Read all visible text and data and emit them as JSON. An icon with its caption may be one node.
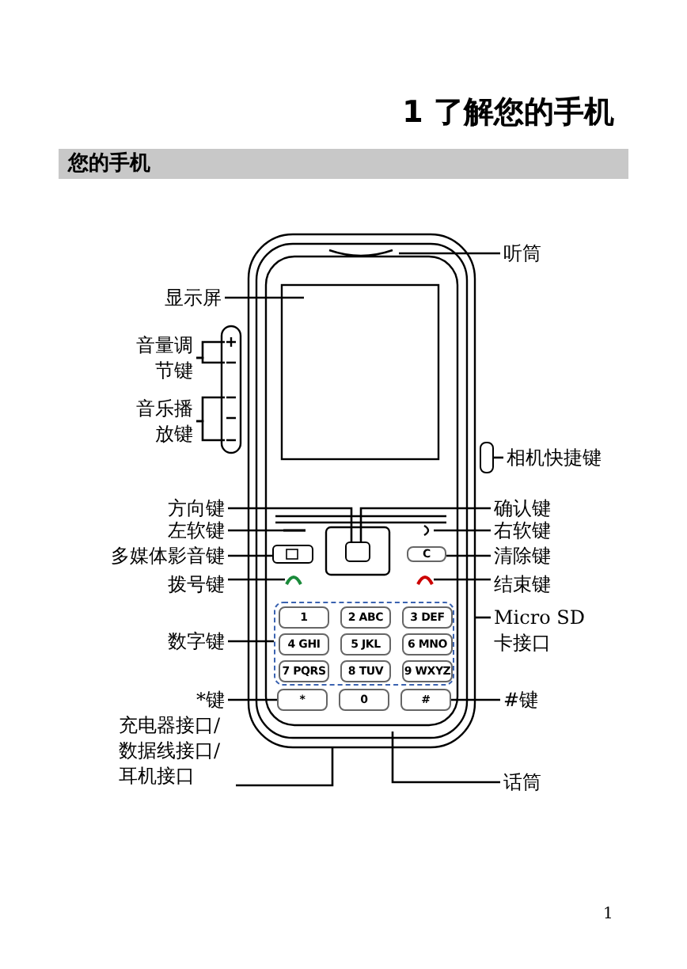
{
  "diagram": {
    "title": "1 了解您的手机",
    "nodes": [
      {
        "text": [
          "您的手机"
        ]
      },
      {
        "text": [
          "听筒"
        ]
      },
      {
        "text": [
          "显示屏"
        ]
      },
      {
        "text": [
          "音量调节键"
        ]
      },
      {
        "text": [
          "音乐播放键"
        ]
      },
      {
        "text": [
          "相机快捷键"
        ]
      },
      {
        "text": [
          "方向键"
        ]
      },
      {
        "text": [
          "确认键"
        ]
      },
      {
        "text": [
          "左软键"
        ]
      },
      {
        "text": [
          "右软键"
        ]
      },
      {
        "text": [
          "多媒体影音键"
        ]
      },
      {
        "text": [
          "清除键"
        ]
      },
      {
        "text": [
          "拨号键"
        ]
      },
      {
        "text": [
          "结束键"
        ]
      },
      {
        "text": [
          "数字键"
        ]
      },
      {
        "text": [
          "Micro SD 卡接口"
        ]
      },
      {
        "text": [
          "*键"
        ]
      },
      {
        "text": [
          "#键"
        ]
      },
      {
        "text": [
          "充电器接口/数据线接口/耳机接口"
        ]
      },
      {
        "text": [
          "话筒"
        ]
      },
      {
        "text": [],
        "shape": "box"
      },
      {
        "text": [],
        "shape": "box"
      },
      {
        "text": [],
        "shape": "box"
      },
      {
        "text": [
          "1"
        ],
        "in": 22
      },
      {
        "text": [
          "2 ABC"
        ],
        "in": 22
      },
      {
        "text": [
          "3 DEF"
        ],
        "in": 22
      },
      {
        "text": [
          "4 GHI"
        ],
        "in": 22
      },
      {
        "text": [
          "5 JKL"
        ],
        "in": 22
      },
      {
        "text": [
          "6 MNO"
        ],
        "in": 22
      },
      {
        "text": [
          "7 PQRS"
        ],
        "in": 22
      },
      {
        "text": [
          "8 TUV"
        ],
        "in": 22
      },
      {
        "text": [
          "9 WXYZ"
        ],
        "in": 22
      },
      {
        "text": [
          "*"
        ]
      },
      {
        "text": [
          "0"
        ]
      },
      {
        "text": [
          "#"
        ]
      },
      {
        "text": [
          "C"
        ]
      },
      {
        "text": [],
        "shape": "box"
      },
      {
        "text": [],
        "shape": "bar"
      },
      {
        "text": [],
        "shape": "curve"
      },
      {
        "text": [],
        "shape": "handset"
      },
      {
        "text": [],
        "shape": "handset"
      }
    ],
    "edges": [
      {
        "from": 1,
        "to": null,
        "arrow": "none"
      },
      {
        "from": 2,
        "to": null,
        "arrow": "none"
      },
      {
        "from": 3,
        "to": null,
        "arrow": "none"
      },
      {
        "from": 3,
        "to": null,
        "arrow": "none"
      },
      {
        "from": 4,
        "to": null,
        "arrow": "none"
      },
      {
        "from": 4,
        "to": null,
        "arrow": "none"
      },
      {
        "from": 5,
        "to": 20,
        "arrow": "none"
      },
      {
        "from": 6,
        "to": 21,
        "arrow": "none"
      },
      {
        "from": 7,
        "to": 21,
        "arrow": "none"
      },
      {
        "from": 8,
        "to": 37,
        "arrow": "none"
      },
      {
        "from": 9,
        "to": 38,
        "arrow": "none"
      },
      {
        "from": 10,
        "to": 36,
        "arrow": "none"
      },
      {
        "from": 11,
        "to": 35,
        "arrow": "none"
      },
      {
        "from": 12,
        "to": 39,
        "arrow": "none"
      },
      {
        "from": 13,
        "to": 40,
        "arrow": "none"
      },
      {
        "from": 14,
        "to": 22,
        "arrow": "none"
      },
      {
        "from": 15,
        "to": null,
        "arrow": "none"
      },
      {
        "from": 16,
        "to": 32,
        "arrow": "none"
      },
      {
        "from": 17,
        "to": 34,
        "arrow": "none"
      },
      {
        "from": 18,
        "to": null,
        "arrow": "none"
      },
      {
        "from": 19,
        "to": null,
        "arrow": "none"
      }
    ],
    "labels": [
      "1"
    ]
  }
}
